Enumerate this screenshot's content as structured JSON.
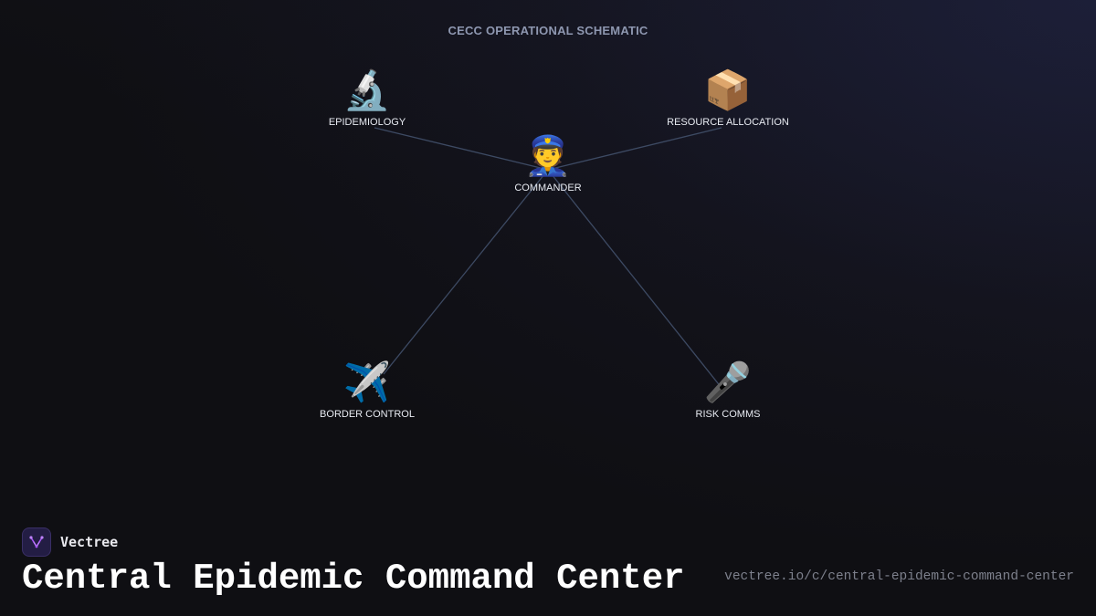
{
  "diagram": {
    "title": "CECC OPERATIONAL SCHEMATIC",
    "nodes": [
      {
        "id": "epidemiology",
        "emoji": "🔬",
        "label": "EPIDEMIOLOGY"
      },
      {
        "id": "resource-allocation",
        "emoji": "📦",
        "label": "RESOURCE ALLOCATION"
      },
      {
        "id": "commander",
        "emoji": "👮",
        "label": "COMMANDER"
      },
      {
        "id": "border-control",
        "emoji": "✈️",
        "label": "BORDER CONTROL"
      },
      {
        "id": "risk-comms",
        "emoji": "🎤",
        "label": "RISK COMMS"
      }
    ],
    "edges": [
      {
        "from": "commander",
        "to": "epidemiology"
      },
      {
        "from": "commander",
        "to": "resource-allocation"
      },
      {
        "from": "commander",
        "to": "border-control"
      },
      {
        "from": "commander",
        "to": "risk-comms"
      }
    ],
    "edge_color": "#3d4a63"
  },
  "brand": {
    "name": "Vectree",
    "accent": "#a855f7"
  },
  "page": {
    "title": "Central Epidemic Command Center",
    "url": "vectree.io/c/central-epidemic-command-center"
  }
}
